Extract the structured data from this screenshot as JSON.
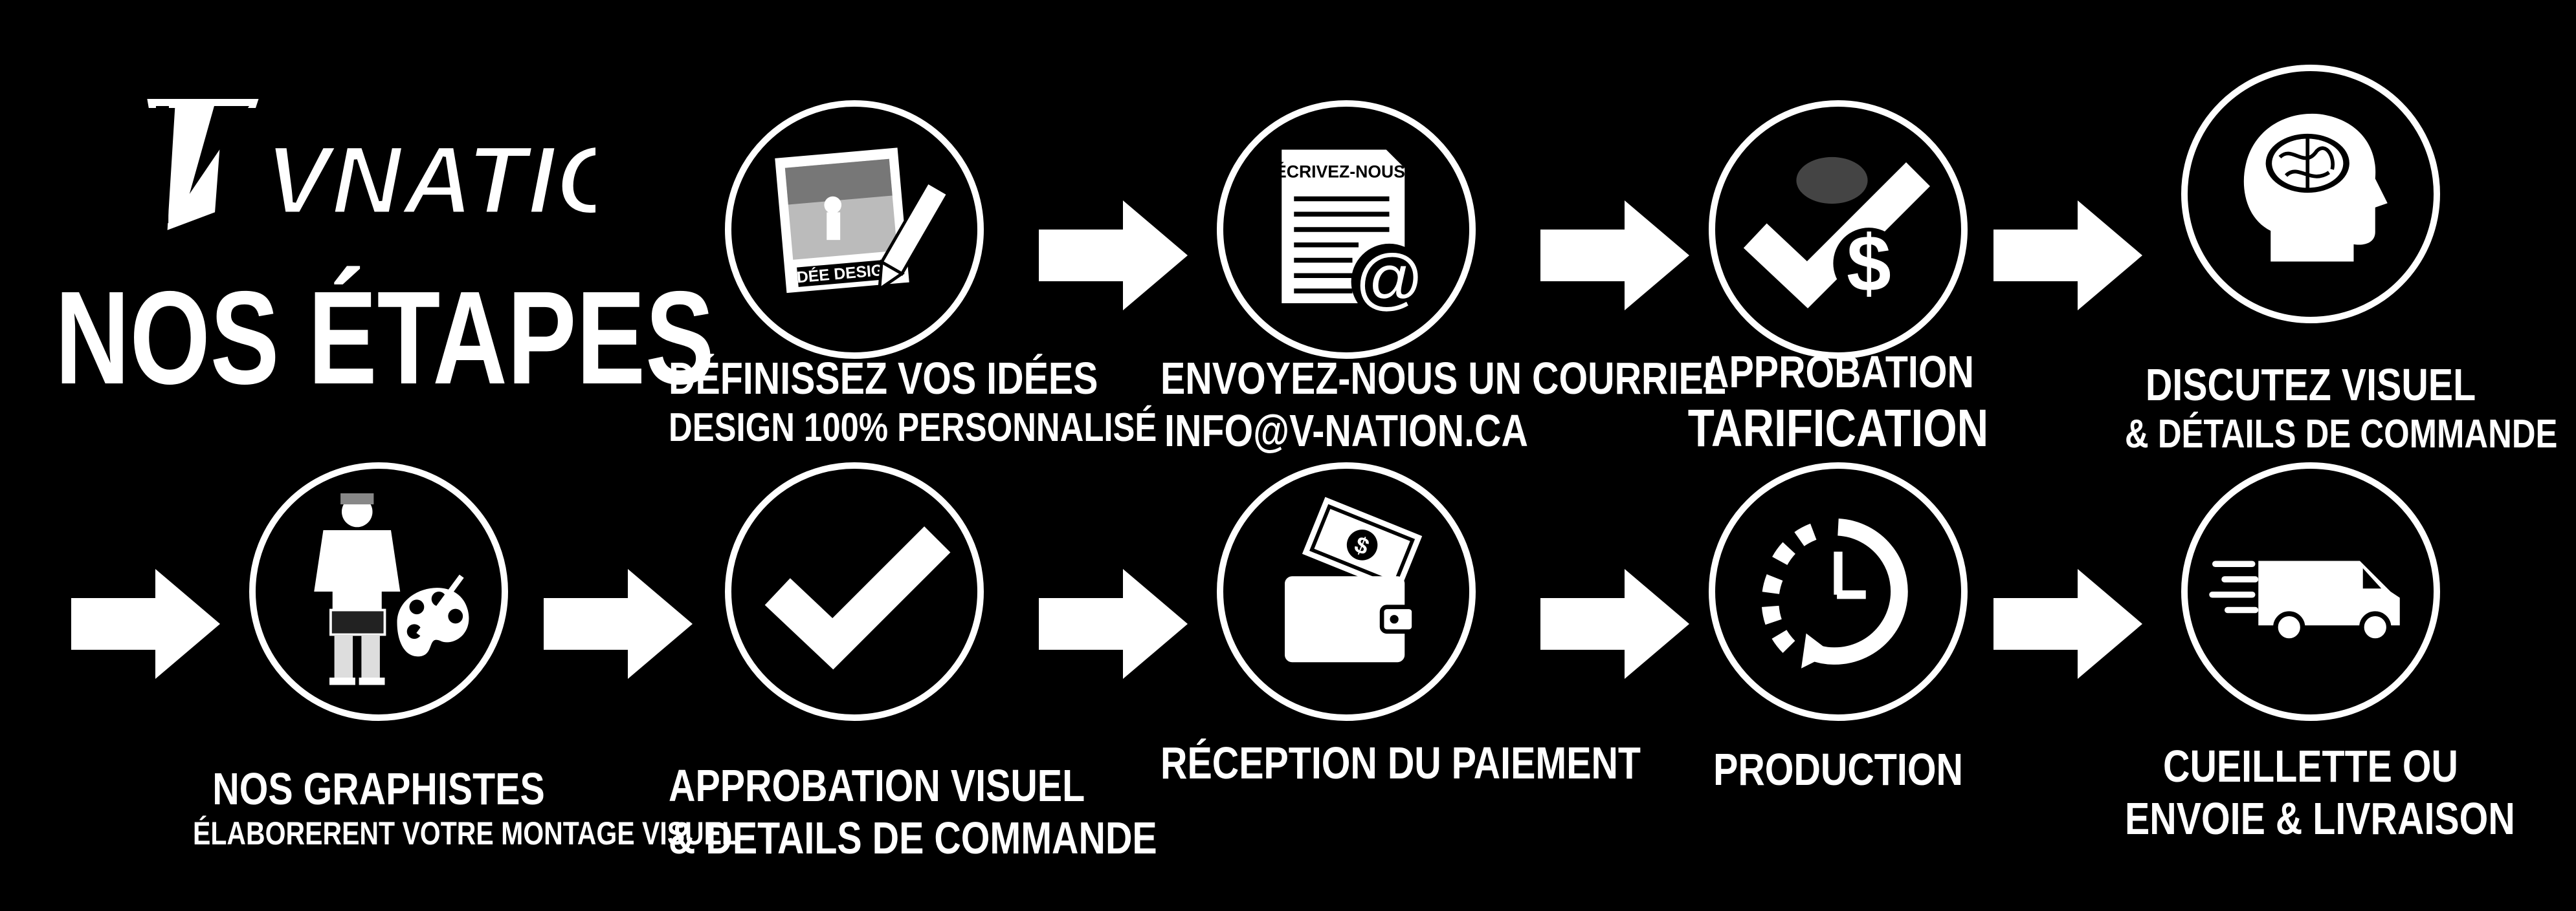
{
  "logo": {
    "text": "VNATION",
    "kind": "logo"
  },
  "page_title": "NOS ÉTAPES",
  "steps": [
    {
      "id": 1,
      "icon": "photo-pencil-icon",
      "caption_line1": "DÉFINISSEZ VOS IDÉES",
      "caption_line2": "DESIGN 100% PERSONNALISÉ",
      "icon_label": "IDÉE DESIGN"
    },
    {
      "id": 2,
      "icon": "email-document-icon",
      "caption_line1": "ENVOYEZ-NOUS UN COURRIEL",
      "caption_line2": "INFO@V-NATION.CA",
      "icon_label": "ÉCRIVEZ-NOUS"
    },
    {
      "id": 3,
      "icon": "check-dollar-icon",
      "caption_line1": "APPROBATION",
      "caption_line2": "TARIFICATION"
    },
    {
      "id": 4,
      "icon": "brain-head-icon",
      "caption_line1": "DISCUTEZ VISUEL",
      "caption_line2": "& DÉTAILS DE COMMANDE"
    },
    {
      "id": 5,
      "icon": "hockey-player-palette-icon",
      "caption_line1": "NOS GRAPHISTES",
      "caption_line2": "ÉLABORERENT VOTRE MONTAGE VISUEL"
    },
    {
      "id": 6,
      "icon": "checkmark-icon",
      "caption_line1": "APPROBATION VISUEL",
      "caption_line2": "& DETAILS DE COMMANDE"
    },
    {
      "id": 7,
      "icon": "wallet-icon",
      "caption_line1": "RÉCEPTION DU PAIEMENT"
    },
    {
      "id": 8,
      "icon": "clock-icon",
      "caption_line1": "PRODUCTION"
    },
    {
      "id": 9,
      "icon": "delivery-van-icon",
      "caption_line1": "CUEILLETTE OU",
      "caption_line2": "ENVOIE & LIVRAISON"
    }
  ],
  "colors": {
    "background": "#000000",
    "foreground": "#ffffff"
  }
}
